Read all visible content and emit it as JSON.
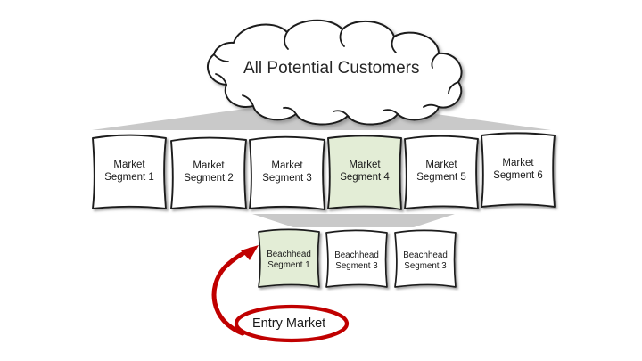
{
  "diagram": {
    "title_cloud": {
      "label": "All Potential Customers",
      "shape": "cloud-shape"
    },
    "colors": {
      "highlight_green": "#e3edd6",
      "funnel_gray": "#c9c9c9",
      "accent_red": "#c00000",
      "outline": "#1a1a1a",
      "background": "#ffffff"
    },
    "market_row": {
      "name": "market-segments-row",
      "segments": [
        {
          "label_line1": "Market",
          "label_line2": "Segment 1",
          "highlighted": false
        },
        {
          "label_line1": "Market",
          "label_line2": "Segment 2",
          "highlighted": false
        },
        {
          "label_line1": "Market",
          "label_line2": "Segment 3",
          "highlighted": false
        },
        {
          "label_line1": "Market",
          "label_line2": "Segment 4",
          "highlighted": true
        },
        {
          "label_line1": "Market",
          "label_line2": "Segment 5",
          "highlighted": false
        },
        {
          "label_line1": "Market",
          "label_line2": "Segment 6",
          "highlighted": false
        }
      ]
    },
    "beachhead_row": {
      "name": "beachhead-segments-row",
      "segments": [
        {
          "label_line1": "Beachhead",
          "label_line2": "Segment 1",
          "highlighted": true
        },
        {
          "label_line1": "Beachhead",
          "label_line2": "Segment 3",
          "highlighted": false
        },
        {
          "label_line1": "Beachhead",
          "label_line2": "Segment 3",
          "highlighted": false
        }
      ]
    },
    "entry_market": {
      "label": "Entry Market",
      "shape": "red-ellipse",
      "arrow": "curved-red-arrow"
    },
    "funnels": {
      "top": "gray-triangle-funnel-top",
      "bottom": "gray-trapezoid-funnel-bottom"
    }
  }
}
